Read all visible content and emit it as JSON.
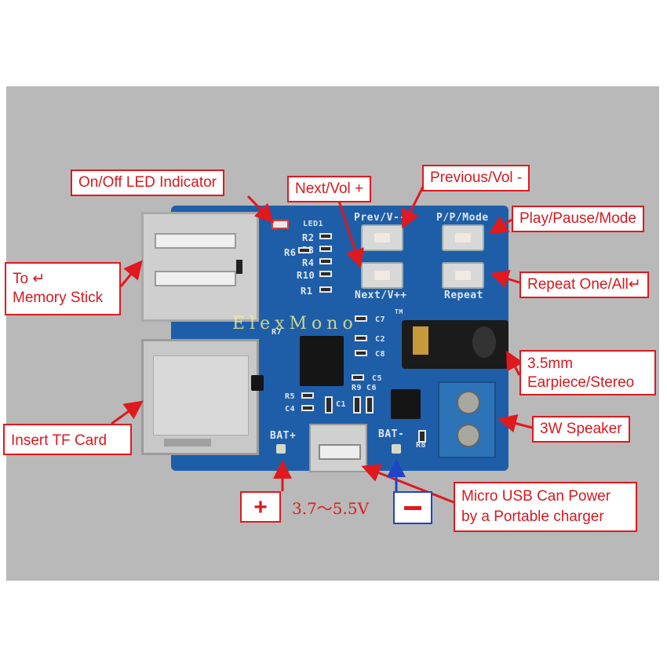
{
  "labels": {
    "led": "On/Off LED Indicator",
    "next": "Next/Vol +",
    "prev": "Previous/Vol -",
    "play": "Play/Pause/Mode",
    "memory_line1": "To ↵",
    "memory_line2": "Memory Stick",
    "repeat": "Repeat One/All↵",
    "earpiece_line1": "3.5mm",
    "earpiece_line2": "Earpiece/Stereo",
    "speaker": "3W Speaker",
    "tfcard": "Insert TF Card",
    "usb_line1": "Micro USB Can Power",
    "usb_line2": "by a Portable charger"
  },
  "power": {
    "plus": "+",
    "voltage": "3.7～5.5V"
  },
  "watermark": "ElexMono",
  "silkscreen": {
    "led1": "LED1",
    "prev": "Prev/V--",
    "pp": "P/P/Mode",
    "next": "Next/V++",
    "repeat": "Repeat",
    "bat_plus": "BAT+",
    "bat_minus": "BAT-",
    "r2": "R2",
    "r3": "R3",
    "r4": "R4",
    "r10": "R10",
    "r1": "R1",
    "r6": "R6",
    "r5": "R5",
    "r7": "R7",
    "r8": "R8",
    "r9": "R9",
    "c1": "C1",
    "c2": "C2",
    "c4": "C4",
    "c5": "C5",
    "c6": "C6",
    "c7": "C7",
    "c8": "C8",
    "tm": "TM"
  },
  "colors": {
    "label_red": "#d7191f",
    "board_blue": "#1e5ea8",
    "minus_blue": "#1e44c8",
    "background_gray": "#b9b9b9"
  }
}
